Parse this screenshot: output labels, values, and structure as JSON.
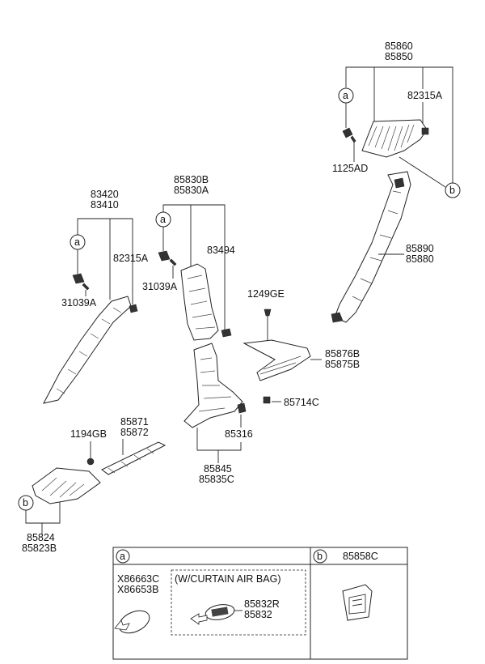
{
  "callouts": {
    "a": "a",
    "b": "b"
  },
  "parts": {
    "p85860": "85860",
    "p85850": "85850",
    "p82315A_r": "82315A",
    "p1125AD": "1125AD",
    "p83420": "83420",
    "p83410": "83410",
    "p82315A_l": "82315A",
    "p31039A_l": "31039A",
    "p85830B": "85830B",
    "p85830A": "85830A",
    "p83494": "83494",
    "p31039A_m": "31039A",
    "p85890": "85890",
    "p85880": "85880",
    "p1249GE": "1249GE",
    "p85876B": "85876B",
    "p85875B": "85875B",
    "p85714C": "85714C",
    "p85871": "85871",
    "p85872": "85872",
    "p1194GB": "1194GB",
    "p85316": "85316",
    "p85845": "85845",
    "p85835C": "85835C",
    "p85824": "85824",
    "p85823B": "85823B"
  },
  "legend": {
    "a_label": "a",
    "b_label": "b",
    "b_part": "85858C",
    "a_part1": "X86663C",
    "a_part2": "X86653B",
    "curtain": "(W/CURTAIN AIR BAG)",
    "a_part3": "85832R",
    "a_part4": "85832"
  }
}
